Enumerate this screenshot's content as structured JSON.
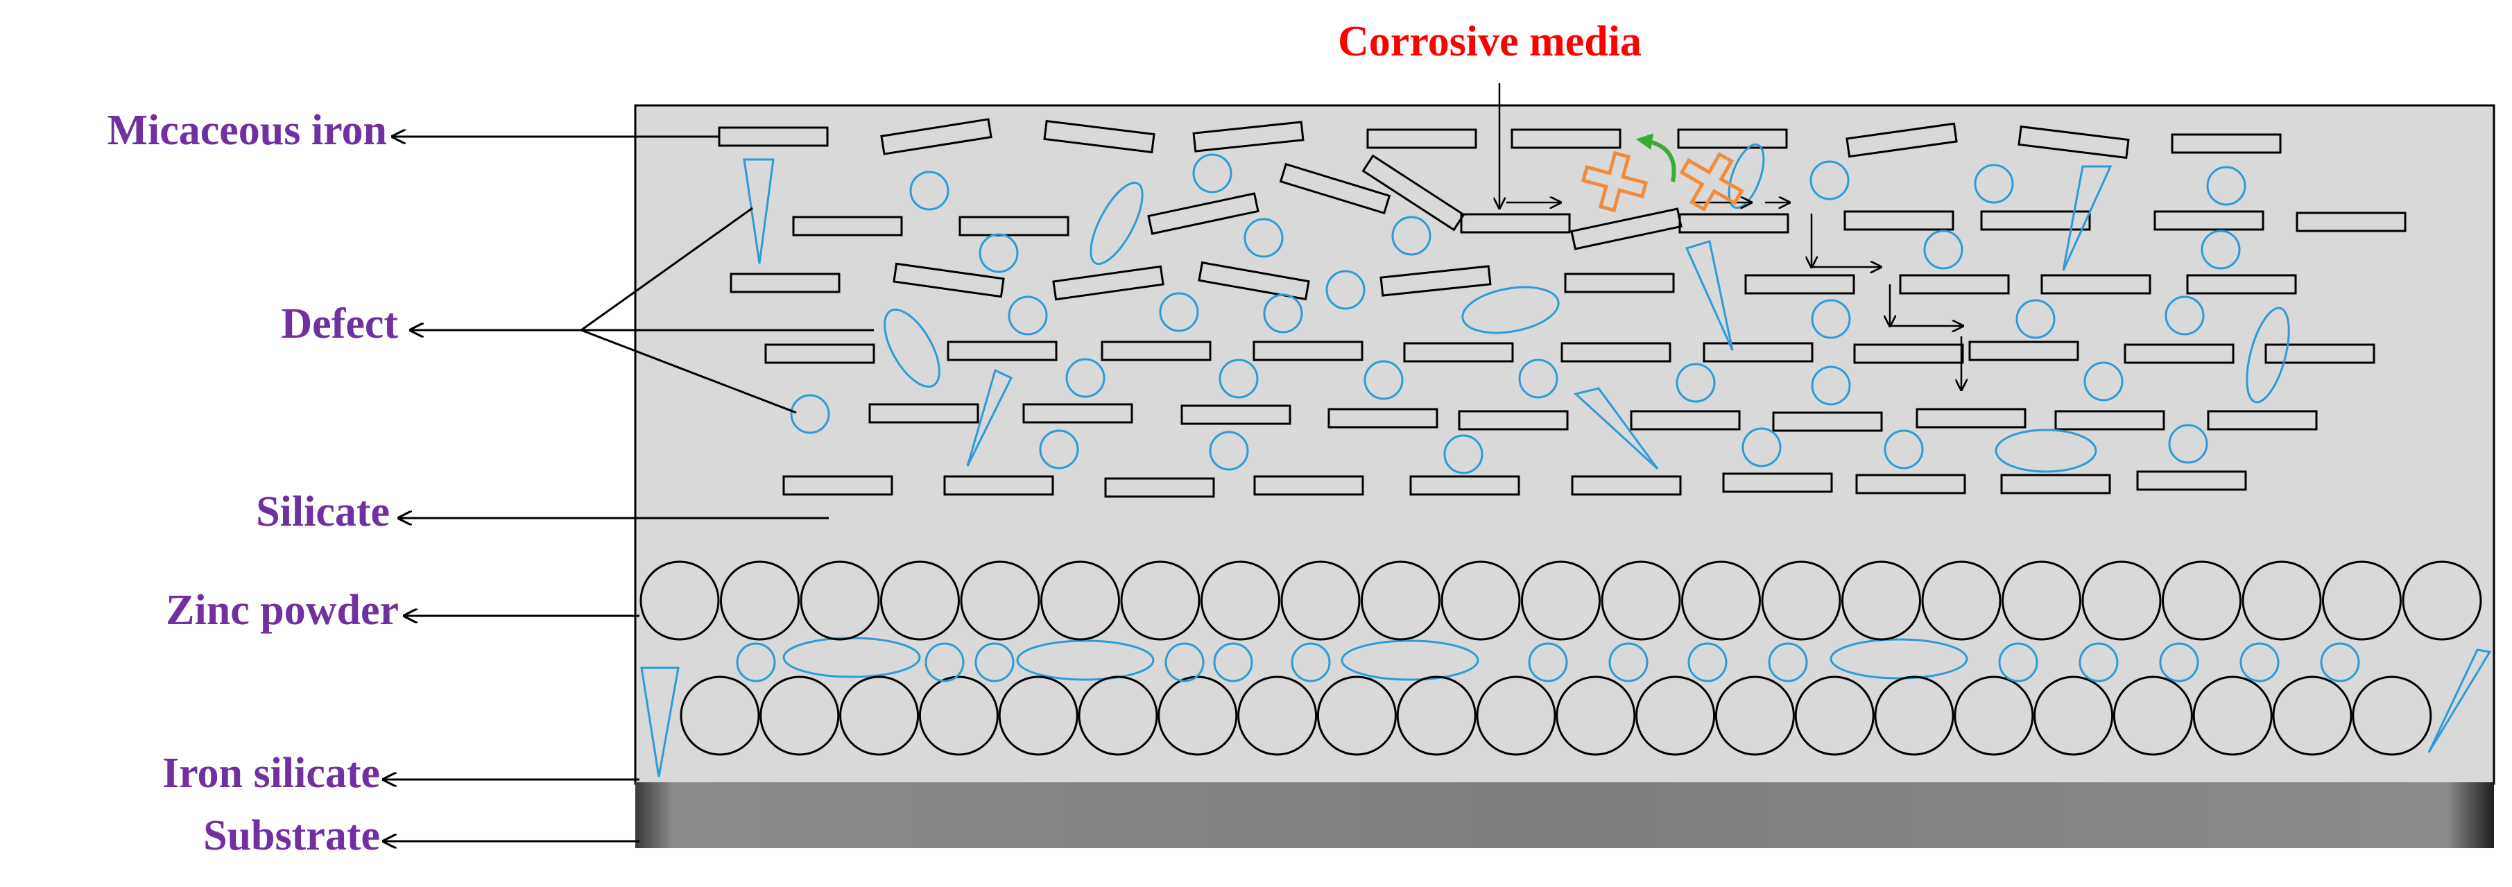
{
  "title": "Corrosive media",
  "labels": {
    "micaceous_iron": "Micaceous iron",
    "defect": "Defect",
    "silicate": "Silicate",
    "zinc_powder": "Zinc powder",
    "iron_silicate": "Iron silicate",
    "substrate": "Substrate"
  },
  "colors": {
    "label": "#7030A0",
    "title": "#FF0000",
    "defect": "#2E9BD6",
    "coating": "#D9D9D9",
    "substrate": "#808080",
    "corrosion_x": "#F28C3C",
    "corrosion_arrow": "#3DAA35"
  }
}
